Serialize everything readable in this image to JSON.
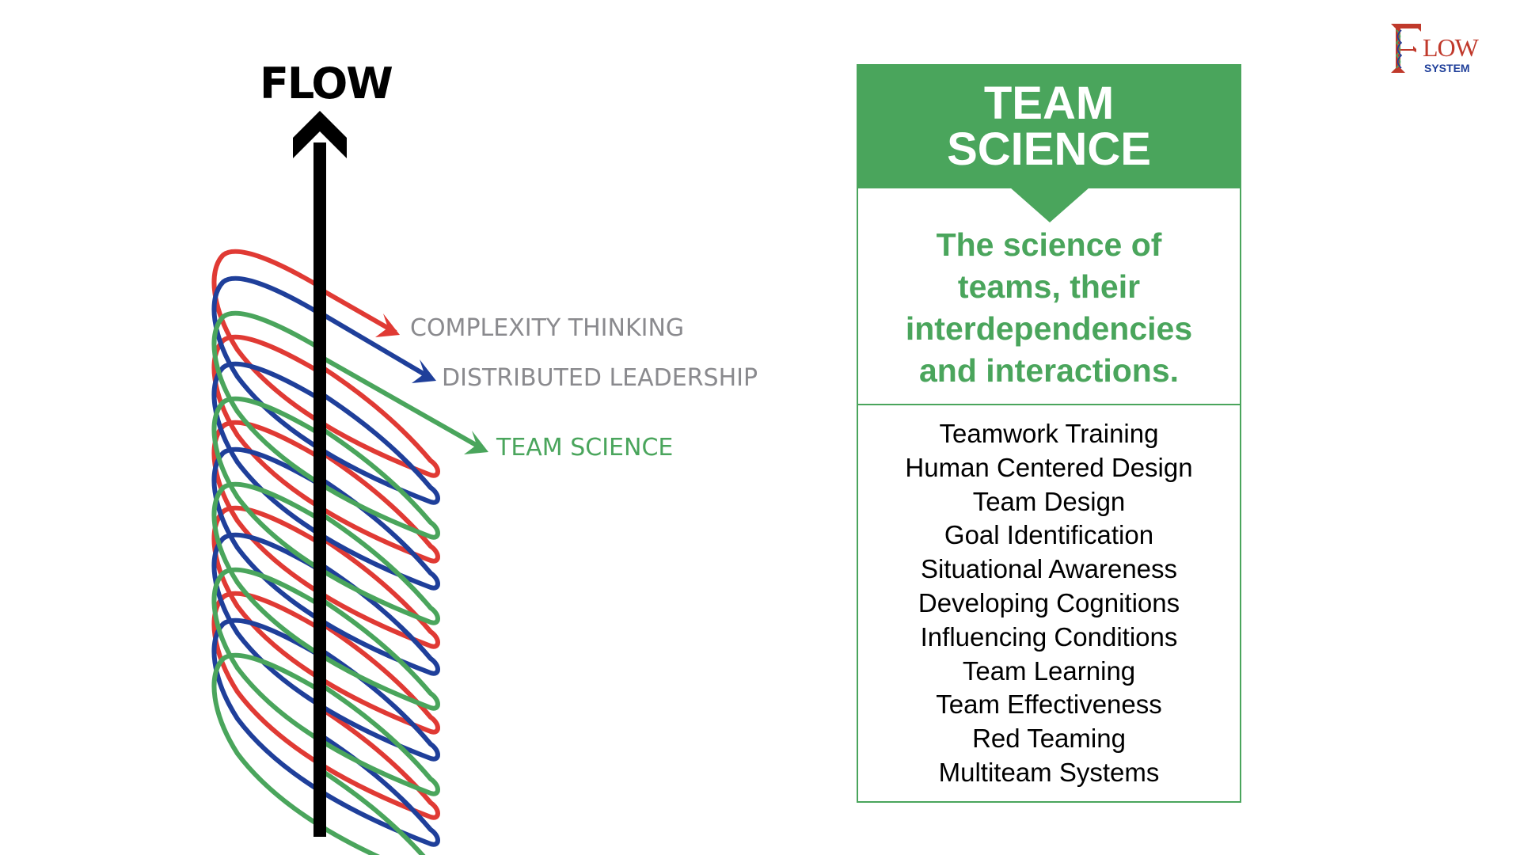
{
  "logo": {
    "initial": "F",
    "word": "LOW",
    "subword": "SYSTEM",
    "icon": "dna-helix-icon",
    "colors": {
      "red": "#c0392b",
      "blue": "#1f3f9a"
    }
  },
  "diagram": {
    "title": "FLOW",
    "arrow_icon": "up-arrow-icon",
    "strands": [
      {
        "name": "complexity",
        "label": "COMPLEXITY THINKING",
        "color": "#e03a34",
        "label_color": "#8a8a8e"
      },
      {
        "name": "distributed",
        "label": "DISTRIBUTED LEADERSHIP",
        "color": "#1f3f9a",
        "label_color": "#8a8a8e"
      },
      {
        "name": "team",
        "label": "TEAM SCIENCE",
        "color": "#4aa55c",
        "label_color": "#4aa55c"
      }
    ]
  },
  "panel": {
    "title_lines": [
      "TEAM",
      "SCIENCE"
    ],
    "subtitle_lines": [
      "The science of",
      "teams, their",
      "interdependencies",
      "and interactions."
    ],
    "items": [
      "Teamwork Training",
      "Human Centered Design",
      "Team Design",
      "Goal Identification",
      "Situational Awareness",
      "Developing Cognitions",
      "Influencing Conditions",
      "Team Learning",
      "Team Effectiveness",
      "Red Teaming",
      "Multiteam Systems"
    ],
    "accent_color": "#4aa55c"
  }
}
